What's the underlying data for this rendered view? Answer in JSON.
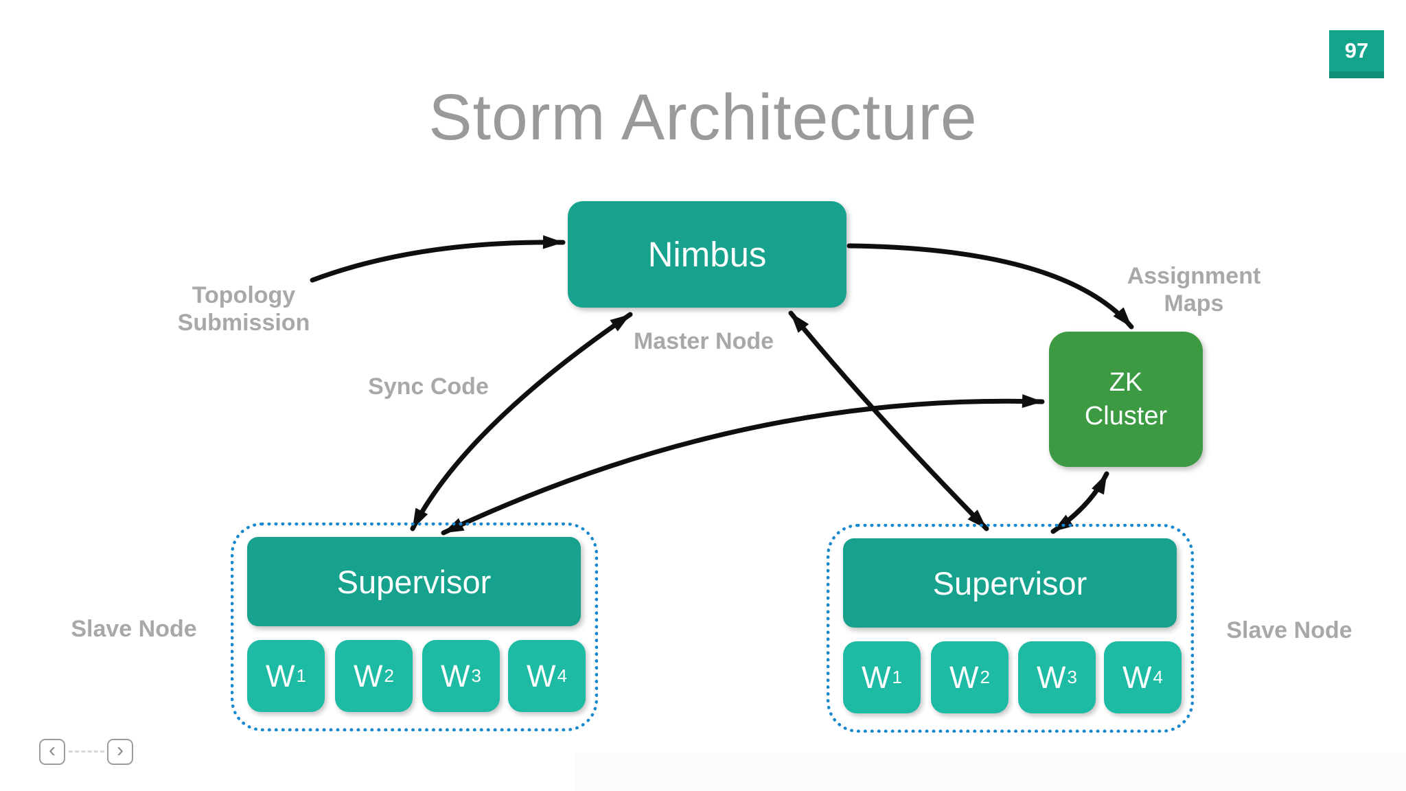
{
  "slide": {
    "page_number": "97",
    "title": "Storm Architecture"
  },
  "nodes": {
    "nimbus": {
      "label": "Nimbus"
    },
    "zk_cluster": {
      "label_line1": "ZK",
      "label_line2": "Cluster"
    }
  },
  "captions": {
    "master_node": "Master Node",
    "topology_line1": "Topology",
    "topology_line2": "Submission",
    "assignment_line1": "Assignment",
    "assignment_line2": "Maps",
    "sync_code": "Sync Code",
    "slave_node_left": "Slave Node",
    "slave_node_right": "Slave Node"
  },
  "clusters": [
    {
      "supervisor": "Supervisor",
      "workers": [
        {
          "base": "W",
          "sub": "1"
        },
        {
          "base": "W",
          "sub": "2"
        },
        {
          "base": "W",
          "sub": "3"
        },
        {
          "base": "W",
          "sub": "4"
        }
      ]
    },
    {
      "supervisor": "Supervisor",
      "workers": [
        {
          "base": "W",
          "sub": "1"
        },
        {
          "base": "W",
          "sub": "2"
        },
        {
          "base": "W",
          "sub": "3"
        },
        {
          "base": "W",
          "sub": "4"
        }
      ]
    }
  ],
  "edges": [
    {
      "from": "topology-submission",
      "to": "nimbus",
      "bidirectional": false,
      "label": "Topology Submission"
    },
    {
      "from": "nimbus",
      "to": "zk-cluster",
      "bidirectional": false,
      "label": "Assignment Maps"
    },
    {
      "from": "nimbus",
      "to": "supervisor-left",
      "bidirectional": true,
      "label": "Sync Code"
    },
    {
      "from": "supervisor-left",
      "to": "zk-cluster",
      "bidirectional": true,
      "label": ""
    },
    {
      "from": "nimbus",
      "to": "supervisor-right",
      "bidirectional": true,
      "label": ""
    },
    {
      "from": "zk-cluster",
      "to": "supervisor-right",
      "bidirectional": true,
      "label": ""
    }
  ],
  "nav": {
    "prev_icon": "‹",
    "next_icon": "›"
  },
  "colors": {
    "teal_node": "#17a28d",
    "teal_worker": "#1dbba3",
    "green_zk": "#3b9a42",
    "dotted_blue": "#1989cf",
    "caption_gray": "#a8a8a8",
    "title_gray": "#9a9a9a",
    "badge_teal": "#14a38b",
    "badge_strip": "#0e8e74",
    "arrow_black": "#0f0f0f"
  }
}
